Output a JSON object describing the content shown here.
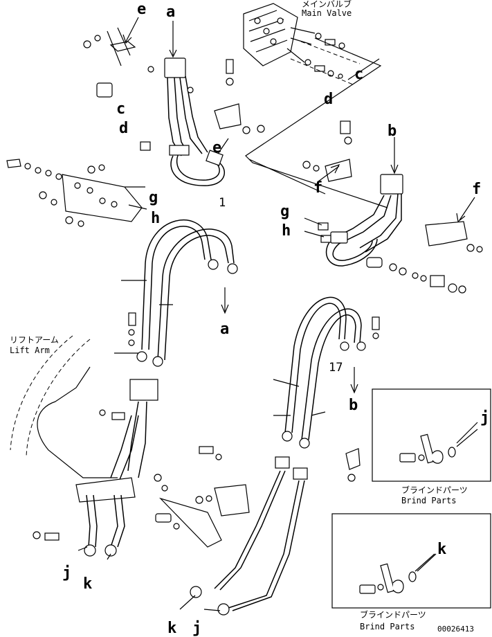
{
  "callouts": {
    "a": "a",
    "b": "b",
    "c": "c",
    "d": "d",
    "e": "e",
    "f": "f",
    "g": "g",
    "h": "h",
    "j": "j",
    "k": "k",
    "n1": "1",
    "n17": "17"
  },
  "main_valve": {
    "jp": "メインバルブ",
    "en": "Main Valve"
  },
  "lift_arm": {
    "jp": "リフトアーム",
    "en": "Lift Arm"
  },
  "blind_parts_1": {
    "jp": "ブラインドパーツ",
    "en": "Brind Parts"
  },
  "blind_parts_2": {
    "jp": "ブラインドパーツ",
    "en": "Brind Parts"
  },
  "drawing_id": "00026413"
}
